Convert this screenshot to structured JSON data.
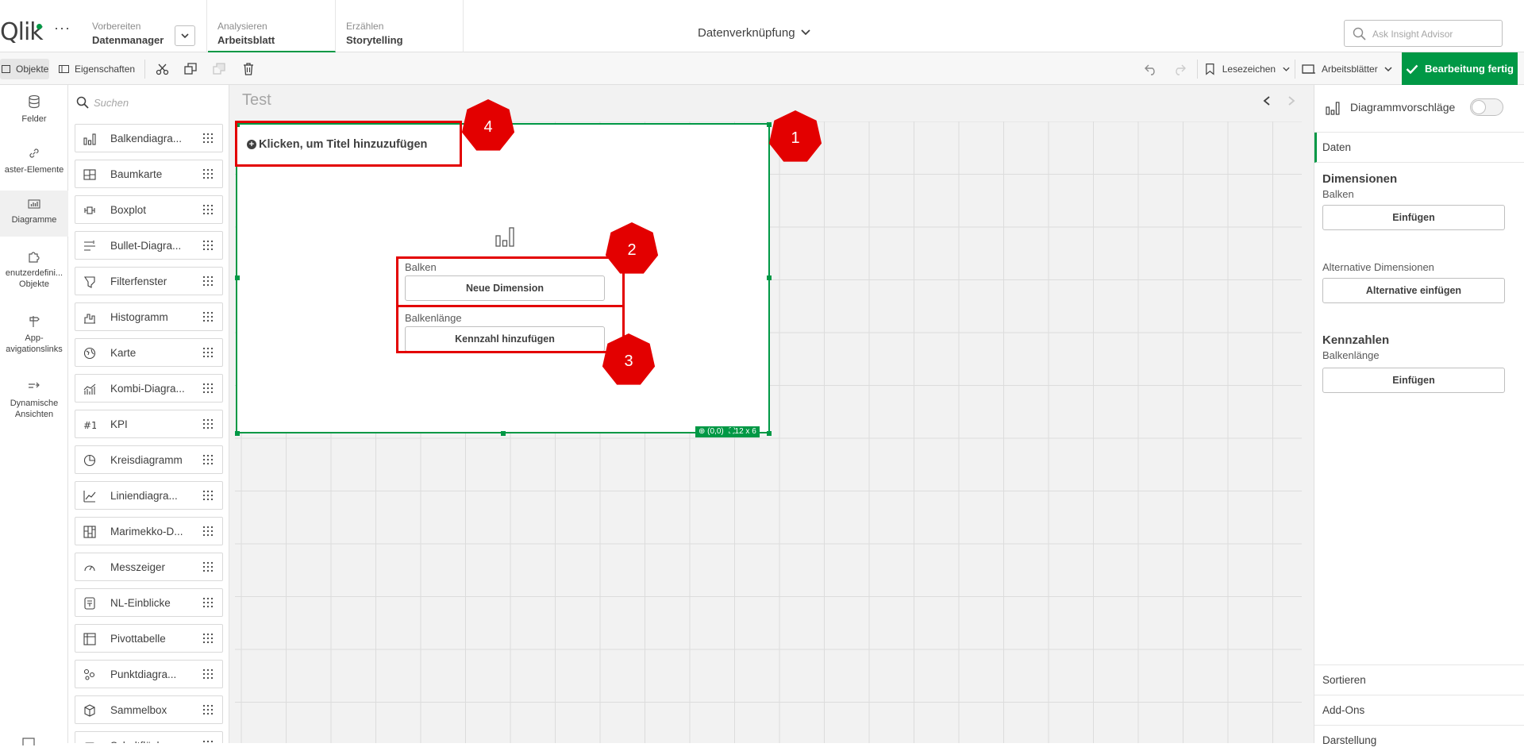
{
  "app": {
    "logo_text": "Qlik",
    "more_label": "···"
  },
  "nav": {
    "tabs": [
      {
        "sub": "Vorbereiten",
        "main": "Datenmanager"
      },
      {
        "sub": "Analysieren",
        "main": "Arbeitsblatt"
      },
      {
        "sub": "Erzählen",
        "main": "Storytelling"
      }
    ],
    "center_title": "Datenverknüpfung",
    "insight_placeholder": "Ask Insight Advisor"
  },
  "toolbar": {
    "objects_label": "Objekte",
    "properties_label": "Eigenschaften",
    "bookmarks_label": "Lesezeichen",
    "sheets_label": "Arbeitsblätter",
    "done_label": "Bearbeitung fertig"
  },
  "rail": {
    "items": [
      {
        "label": "Felder",
        "icon": "database-icon"
      },
      {
        "label": "aster-Elemente",
        "icon": "link-icon"
      },
      {
        "label": "Diagramme",
        "icon": "chart-icon",
        "active": true
      },
      {
        "label": "enutzerdefini...\nObjekte",
        "icon": "puzzle-icon"
      },
      {
        "label": "App-\navigationslinks",
        "icon": "signpost-icon"
      },
      {
        "label": "Dynamische\nAnsichten",
        "icon": "dynamic-views-icon"
      }
    ]
  },
  "objects": {
    "search_placeholder": "Suchen",
    "items": [
      "Balkendiagra...",
      "Baumkarte",
      "Boxplot",
      "Bullet-Diagra...",
      "Filterfenster",
      "Histogramm",
      "Karte",
      "Kombi-Diagra...",
      "KPI",
      "Kreisdiagramm",
      "Liniendiagra...",
      "Marimekko-D...",
      "Messzeiger",
      "NL-Einblicke",
      "Pivottabelle",
      "Punktdiagra...",
      "Sammelbox",
      "Schaltfläche"
    ]
  },
  "canvas": {
    "sheet_title": "Test",
    "chart": {
      "title_placeholder": "Klicken, um Titel hinzuzufügen",
      "dimension_label": "Balken",
      "dimension_button": "Neue Dimension",
      "measure_label": "Balkenlänge",
      "measure_button": "Kennzahl hinzufügen",
      "position_badge": "(0,0)",
      "size_badge": "12 x 6"
    },
    "annotations": [
      "1",
      "2",
      "3",
      "4"
    ]
  },
  "properties": {
    "suggestions_label": "Diagrammvorschläge",
    "data_tab": "Daten",
    "dimensions_heading": "Dimensionen",
    "dimensions_sub": "Balken",
    "insert_label": "Einfügen",
    "alt_dimensions_sub": "Alternative Dimensionen",
    "alt_insert_label": "Alternative einfügen",
    "measures_heading": "Kennzahlen",
    "measures_sub": "Balkenlänge",
    "measures_insert_label": "Einfügen",
    "sort_label": "Sortieren",
    "addons_label": "Add-Ons",
    "appearance_label": "Darstellung"
  },
  "colors": {
    "accent": "#009845",
    "annotation": "#e30000"
  }
}
